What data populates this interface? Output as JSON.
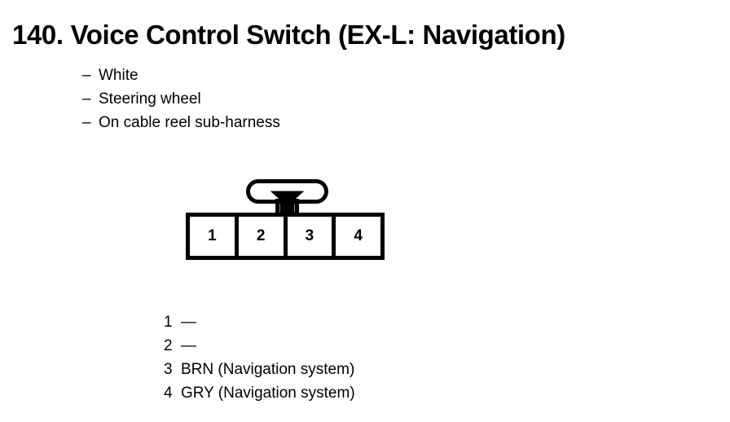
{
  "page": {
    "title_number": "140.",
    "title_text": "Voice Control Switch (EX-L: Navigation)",
    "background_color": "#ffffff",
    "ink_color": "#000000"
  },
  "spec_list": {
    "dash": "–",
    "items": [
      {
        "label": "White"
      },
      {
        "label": "Steering wheel"
      },
      {
        "label": "On cable reel sub-harness"
      }
    ]
  },
  "connector": {
    "name": "connector-symbol",
    "cavity_count": 4,
    "cells": [
      {
        "number": "1"
      },
      {
        "number": "2"
      },
      {
        "number": "3"
      },
      {
        "number": "4"
      }
    ],
    "tab_icon": "locking-tab-icon"
  },
  "pin_legend": {
    "rows": [
      {
        "number": "1",
        "description": "—"
      },
      {
        "number": "2",
        "description": "—"
      },
      {
        "number": "3",
        "description": "BRN (Navigation system)"
      },
      {
        "number": "4",
        "description": "GRY (Navigation system)"
      }
    ]
  }
}
